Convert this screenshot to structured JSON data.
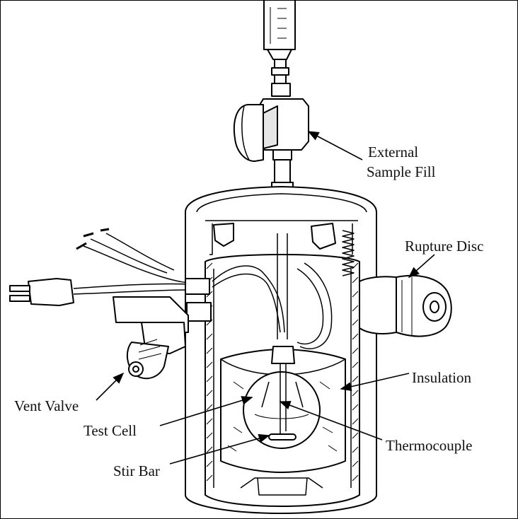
{
  "labels": {
    "external_sample_fill_line1": "External",
    "external_sample_fill_line2": "Sample Fill",
    "rupture_disc": "Rupture Disc",
    "insulation": "Insulation",
    "vent_valve": "Vent Valve",
    "test_cell": "Test Cell",
    "thermocouple": "Thermocouple",
    "stir_bar": "Stir Bar"
  }
}
